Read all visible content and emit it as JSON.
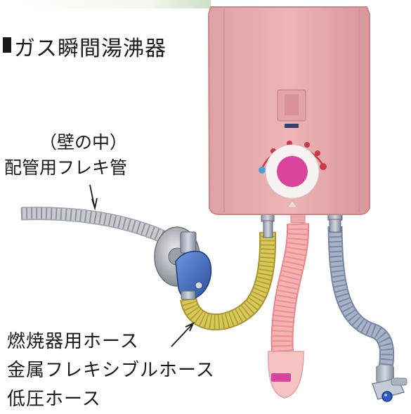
{
  "title": "ガス瞬間湯沸器",
  "wall_label": {
    "line1": "（壁の中）",
    "line2": "配管用フレキ管"
  },
  "hose_labels": [
    "燃焼器用ホース",
    "金属フレキシブルホース",
    "低圧ホース"
  ],
  "colors": {
    "heater_body": "#e8a3a6",
    "dial": "#d9439a",
    "gas_hose_yellow": "#cfc04a",
    "wall_pipe_gray": "#b6b9bd",
    "water_pipe_blue": "#98a7be",
    "drain_hose_pink": "#f3a0a2",
    "valve_blue": "#3e6cc4"
  }
}
